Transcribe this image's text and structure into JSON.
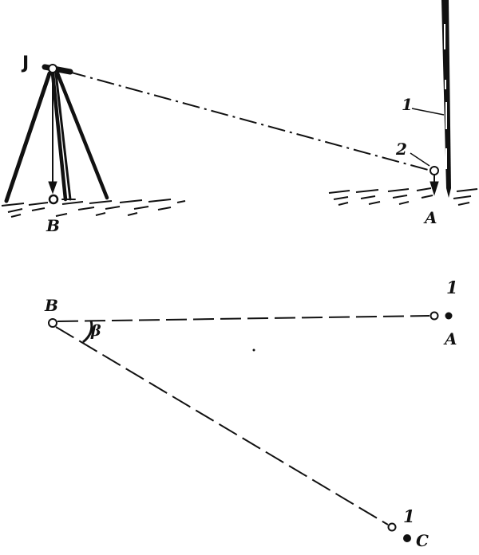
{
  "labels": {
    "instrument": "J",
    "point_b_top": "B",
    "point_a_top": "A",
    "pole_callout": "1",
    "marker_callout": "2",
    "point_b_plan": "B",
    "point_a_plan": "A",
    "point_c_plan": "C",
    "target_a_number": "1",
    "target_c_number": "1",
    "angle": "β"
  }
}
